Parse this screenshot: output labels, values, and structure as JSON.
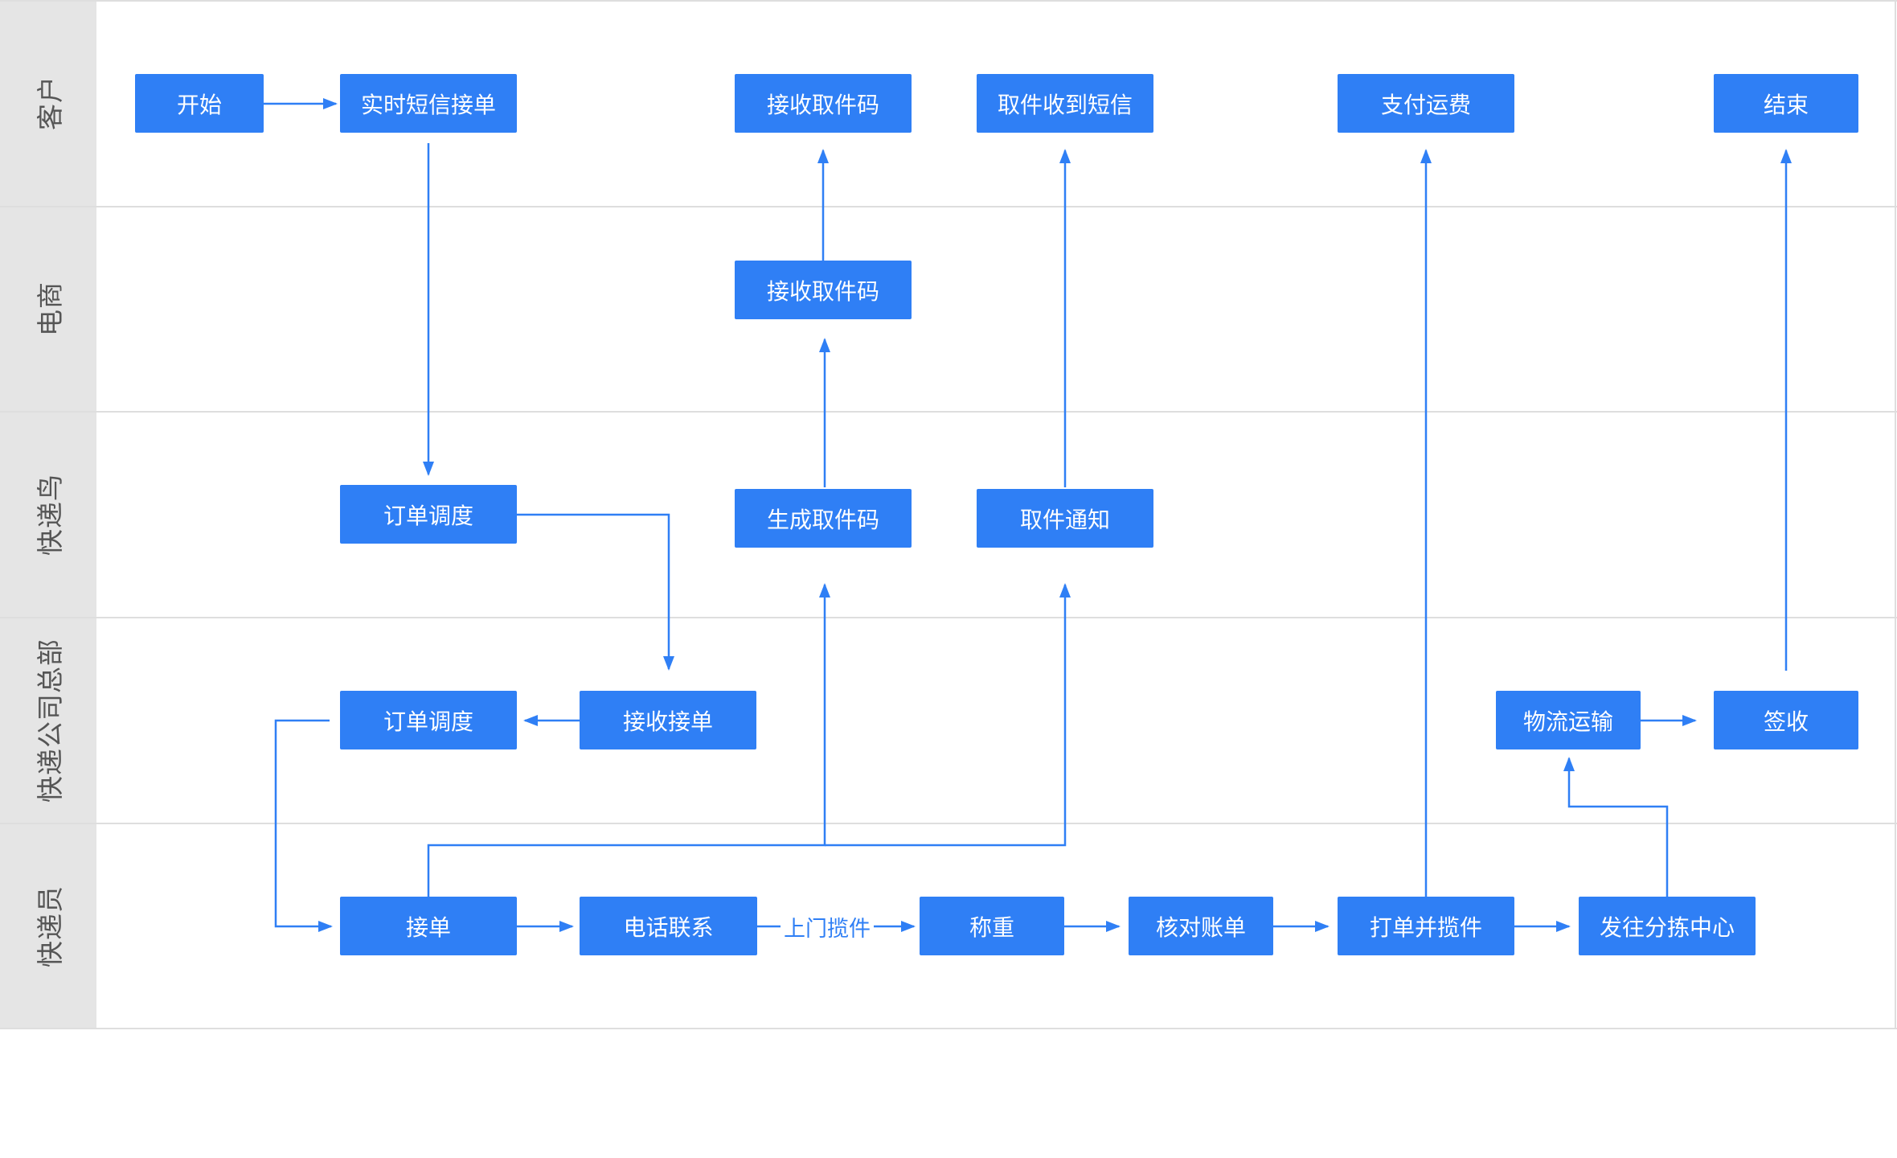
{
  "colors": {
    "node": "#2f7ff5",
    "edge": "#2f7ff5",
    "lane_label_bg": "#e5e5e5",
    "lane_label_text": "#555555",
    "lane_line": "#dedede"
  },
  "lanes": [
    {
      "id": "customer",
      "label": "客户"
    },
    {
      "id": "ecommerce",
      "label": "电商"
    },
    {
      "id": "cainiao",
      "label": "快递鸟"
    },
    {
      "id": "hq",
      "label": "快递公司总部"
    },
    {
      "id": "courier",
      "label": "快递员"
    }
  ],
  "nodes": {
    "start": "开始",
    "sms_order": "实时短信接单",
    "customer_pickup_code": "接收取件码",
    "pickup_sms": "取件收到短信",
    "pay": "支付运费",
    "end": "结束",
    "ecom_pickup_code": "接收取件码",
    "dispatch_1": "订单调度",
    "gen_pickup_code": "生成取件码",
    "pickup_notice": "取件通知",
    "dispatch_2": "订单调度",
    "receive_order": "接收接单",
    "logistics": "物流运输",
    "sign": "签收",
    "accept": "接单",
    "phone": "电话联系",
    "weigh": "称重",
    "check_bill": "核对账单",
    "print_pickup": "打单并揽件",
    "sorting": "发往分拣中心"
  },
  "edge_labels": {
    "door_pickup": "上门揽件"
  }
}
